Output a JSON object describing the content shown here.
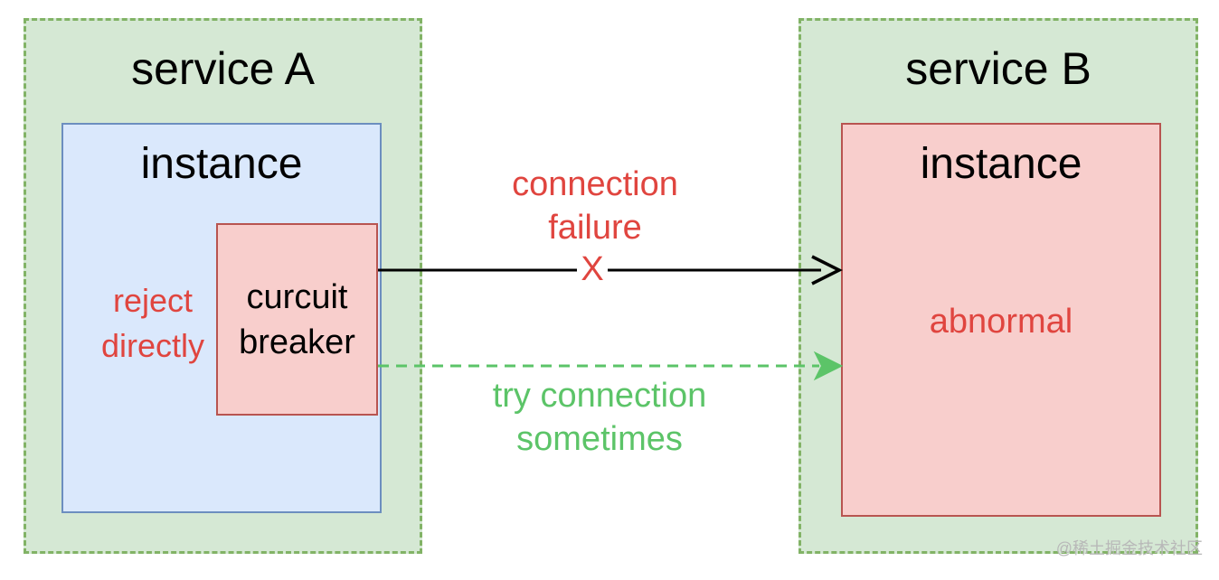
{
  "service_a": {
    "title": "service A",
    "instance": {
      "title": "instance",
      "breaker": {
        "line1": "curcuit",
        "line2": "breaker"
      },
      "reject": {
        "line1": "reject",
        "line2": "directly"
      }
    }
  },
  "service_b": {
    "title": "service B",
    "instance": {
      "title": "instance",
      "status": "abnormal"
    }
  },
  "connections": {
    "failure": {
      "line1": "connection",
      "line2": "failure",
      "mark": "X"
    },
    "retry": {
      "line1": "try connection",
      "line2": "sometimes"
    }
  },
  "colors": {
    "service_fill": "#d5e8d4",
    "service_border": "#82b366",
    "instance_a_fill": "#dae8fc",
    "instance_a_border": "#6c8ebf",
    "instance_b_fill": "#f8cecc",
    "instance_b_border": "#b85450",
    "error_text": "#e0453f",
    "retry_text": "#5cc468"
  },
  "watermark": "@稀土掘金技术社区"
}
